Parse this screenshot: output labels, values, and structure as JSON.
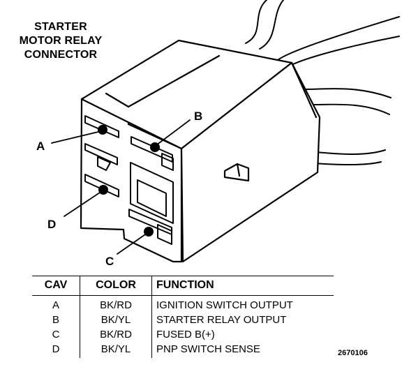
{
  "title": {
    "line1": "STARTER",
    "line2": "MOTOR RELAY",
    "line3": "CONNECTOR"
  },
  "callouts": {
    "a": "A",
    "b": "B",
    "c": "C",
    "d": "D"
  },
  "legend": {
    "headers": {
      "cav": "CAV",
      "color": "COLOR",
      "function": "FUNCTION"
    },
    "rows": [
      {
        "cav": "A",
        "color": "BK/RD",
        "function": "IGNITION SWITCH OUTPUT"
      },
      {
        "cav": "B",
        "color": "BK/YL",
        "function": "STARTER RELAY OUTPUT"
      },
      {
        "cav": "C",
        "color": "BK/RD",
        "function": "FUSED B(+)"
      },
      {
        "cav": "D",
        "color": "BK/YL",
        "function": "PNP SWITCH SENSE"
      }
    ]
  },
  "figure_number": "2670106"
}
